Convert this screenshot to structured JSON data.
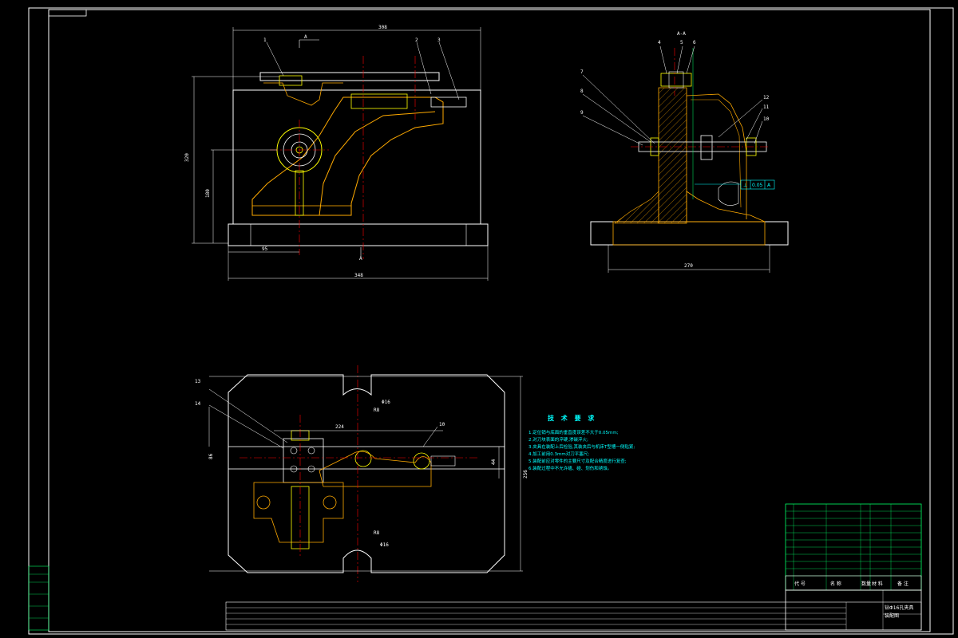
{
  "colors": {
    "background": "#000000",
    "part_outline": "#ffffff",
    "fixture_body": "#ffaa00",
    "centerline": "#ff0000",
    "dimension": "#ffffff",
    "annotation": "#00ffff",
    "title_block": "#00ff66",
    "bolt": "#ffff00"
  },
  "front_view": {
    "section_mark_top": "A",
    "section_mark_bottom": "A",
    "dims": {
      "overall_top": "308",
      "overall_bottom": "348",
      "height_total": "320",
      "height_mid": "180",
      "base_offset": "95"
    },
    "balloons": [
      "1",
      "2",
      "3"
    ]
  },
  "side_view": {
    "section_title": "A-A",
    "balloons_top": [
      "4",
      "5",
      "6"
    ],
    "balloons_left": [
      "7",
      "8",
      "9"
    ],
    "balloons_right": [
      "12",
      "11",
      "10"
    ],
    "tolerance_frame": [
      "⊥",
      "0.05",
      "A"
    ],
    "dims": {
      "width_bottom": "270"
    }
  },
  "top_view": {
    "balloons": [
      "13",
      "14",
      "10"
    ],
    "dims": {
      "inner_width": "224",
      "height_right": "44",
      "side_left": "86",
      "height_far": "256",
      "radius_top": "R8",
      "radius_bottom": "R8",
      "dia_top": "Φ16",
      "dia_bottom": "Φ16",
      "r_left": "86"
    }
  },
  "tech_requirements": {
    "title": "技 术 要 求",
    "items": [
      "1.定位销与底面的垂直度误差不大于0.05mm;",
      "2.对刀块表面的淬硬,渗碳淬火;",
      "3.夹具在装配上后检验,其装夹后与机床T型槽一侧贴紧;",
      "4.加工前用0.3mm对刀平塞尺;",
      "5.装配前应对零件的主要尺寸及配合精度进行复查;",
      "6.装配过程中不允许磕、碰、划伤和锈蚀。"
    ]
  },
  "title_block": {
    "parts_header": [
      "代 号",
      "名 称",
      "数量",
      "材 料",
      "备 注"
    ],
    "title": "钻Φ16孔夹具",
    "subtitle": "装配图"
  },
  "left_stamp": {
    "rows": [
      "",
      "",
      "",
      "",
      ""
    ]
  }
}
